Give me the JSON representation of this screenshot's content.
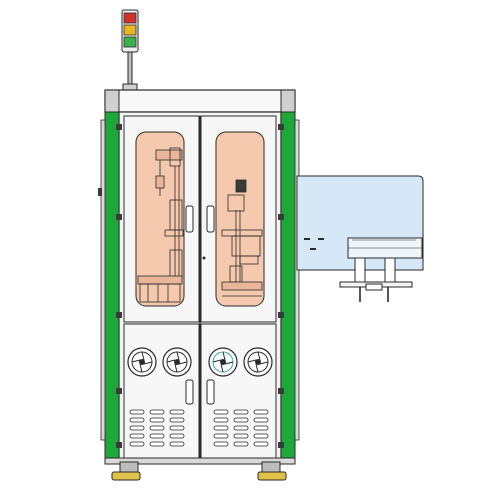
{
  "drawing": {
    "subject": "",
    "colors": {
      "frame_green": "#1fa83a",
      "line": "#2a2a2a",
      "panel_light": "#f4f4f4",
      "window_tint": "#f5c9ad",
      "side_enclosure": "#d6e8f7",
      "steel": "#9a9a9a",
      "lamp_red": "#d2302a",
      "lamp_yellow": "#e9b522",
      "lamp_green": "#3bb14a"
    },
    "signal_tower": {
      "lamps": [
        "red",
        "yellow",
        "green"
      ]
    },
    "front": {
      "doors_upper": 2,
      "doors_lower": 2,
      "fans": 4,
      "vent_rows": 5
    },
    "side_unit": {
      "label": ""
    }
  }
}
